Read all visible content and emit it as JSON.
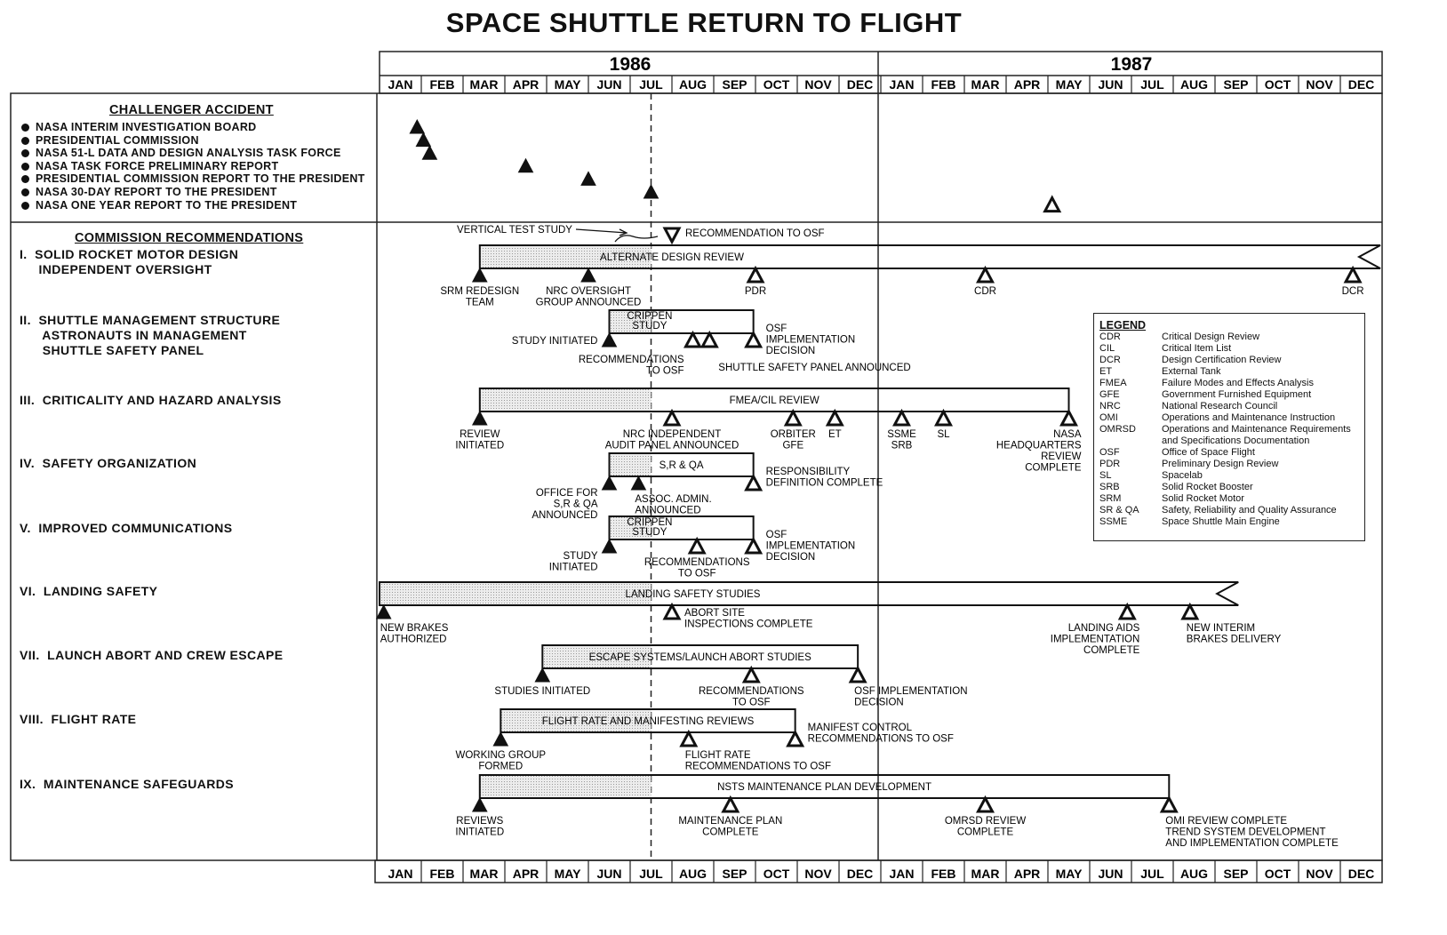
{
  "title": "SPACE SHUTTLE RETURN TO FLIGHT",
  "years": [
    "1986",
    "1987"
  ],
  "months": [
    "JAN",
    "FEB",
    "MAR",
    "APR",
    "MAY",
    "JUN",
    "JUL",
    "AUG",
    "SEP",
    "OCT",
    "NOV",
    "DEC"
  ],
  "challenger": {
    "heading": "CHALLENGER ACCIDENT",
    "items": [
      {
        "label": "NASA INTERIM INVESTIGATION BOARD",
        "month": 0.9,
        "done": true
      },
      {
        "label": "PRESIDENTIAL COMMISSION",
        "month": 1.05,
        "done": true
      },
      {
        "label": "NASA 51-L DATA AND DESIGN ANALYSIS TASK FORCE",
        "month": 1.2,
        "done": true
      },
      {
        "label": "NASA TASK FORCE PRELIMINARY REPORT",
        "month": 3.5,
        "done": true
      },
      {
        "label": "PRESIDENTIAL COMMISSION REPORT TO THE PRESIDENT",
        "month": 5.0,
        "done": true
      },
      {
        "label": "NASA 30-DAY REPORT TO THE PRESIDENT",
        "month": 6.5,
        "done": true
      },
      {
        "label": "NASA ONE YEAR REPORT TO THE PRESIDENT",
        "month": 16.1,
        "done": false
      }
    ]
  },
  "recommendations_heading": "COMMISSION RECOMMENDATIONS",
  "status_line_month": 6.5,
  "vertical_test": {
    "label": "VERTICAL TEST STUDY",
    "rec_label": "RECOMMENDATION TO OSF",
    "month": 7.0
  },
  "rows": [
    {
      "title": "I.  SOLID ROCKET MOTOR DESIGN\n     INDEPENDENT OVERSIGHT",
      "bar": {
        "label": "ALTERNATE DESIGN REVIEW",
        "start": 2.4,
        "end": 24.0,
        "continues": true
      },
      "milestones": [
        {
          "month": 2.4,
          "done": true,
          "place": "below",
          "lines": [
            "SRM REDESIGN",
            "TEAM"
          ]
        },
        {
          "month": 5.0,
          "done": true,
          "place": "below",
          "lines": [
            "NRC OVERSIGHT",
            "GROUP ANNOUNCED"
          ]
        },
        {
          "month": 9.0,
          "done": false,
          "place": "below",
          "lines": [
            "PDR"
          ]
        },
        {
          "month": 14.5,
          "done": false,
          "place": "below",
          "lines": [
            "CDR"
          ]
        },
        {
          "month": 23.3,
          "done": false,
          "place": "below",
          "lines": [
            "DCR"
          ]
        }
      ]
    },
    {
      "title": "II.  SHUTTLE MANAGEMENT STRUCTURE\n      ASTRONAUTS IN MANAGEMENT\n      SHUTTLE SAFETY PANEL",
      "bar": {
        "label": "CRIPPEN\nSTUDY",
        "start": 5.5,
        "end": 8.95,
        "continues": false
      },
      "milestones": [
        {
          "month": 5.5,
          "done": true,
          "place": "left",
          "lines": [
            "STUDY INITIATED"
          ]
        },
        {
          "month": 7.5,
          "done": false,
          "place": "below-left",
          "lines": [
            "RECOMMENDATIONS",
            "TO OSF"
          ]
        },
        {
          "month": 7.9,
          "done": false,
          "place": "below-right",
          "lines": [
            "SHUTTLE SAFETY PANEL ANNOUNCED"
          ]
        },
        {
          "month": 8.95,
          "done": false,
          "place": "right",
          "lines": [
            "OSF",
            "IMPLEMENTATION",
            "DECISION"
          ]
        }
      ]
    },
    {
      "title": "III.  CRITICALITY AND HAZARD ANALYSIS",
      "bar": {
        "label": "FMEA/CIL REVIEW",
        "start": 2.4,
        "end": 16.5,
        "continues": false
      },
      "milestones": [
        {
          "month": 2.4,
          "done": true,
          "place": "below",
          "lines": [
            "REVIEW",
            "INITIATED"
          ]
        },
        {
          "month": 7.0,
          "done": false,
          "place": "below",
          "lines": [
            "NRC INDEPENDENT",
            "AUDIT PANEL ANNOUNCED"
          ]
        },
        {
          "month": 9.9,
          "done": false,
          "place": "below",
          "lines": [
            "ORBITER",
            "GFE"
          ]
        },
        {
          "month": 10.9,
          "done": false,
          "place": "below",
          "lines": [
            "ET"
          ]
        },
        {
          "month": 12.5,
          "done": false,
          "place": "below",
          "lines": [
            "SSME",
            "SRB"
          ]
        },
        {
          "month": 13.5,
          "done": false,
          "place": "below",
          "lines": [
            "SL"
          ]
        },
        {
          "month": 16.5,
          "done": false,
          "place": "below-left",
          "lines": [
            "NASA",
            "HEADQUARTERS",
            "REVIEW",
            "COMPLETE"
          ]
        }
      ]
    },
    {
      "title": "IV.  SAFETY ORGANIZATION",
      "bar": {
        "label": "S,R & QA",
        "start": 5.5,
        "end": 8.95,
        "continues": false
      },
      "milestones": [
        {
          "month": 5.5,
          "done": true,
          "place": "left",
          "lines": [
            "OFFICE FOR",
            "S,R & QA",
            "ANNOUNCED"
          ]
        },
        {
          "month": 6.2,
          "done": true,
          "place": "below-right",
          "lines": [
            "ASSOC. ADMIN.",
            "ANNOUNCED"
          ]
        },
        {
          "month": 8.95,
          "done": false,
          "place": "right",
          "lines": [
            "RESPONSIBILITY",
            "DEFINITION COMPLETE"
          ]
        }
      ]
    },
    {
      "title": "V.  IMPROVED COMMUNICATIONS",
      "bar": {
        "label": "CRIPPEN\nSTUDY",
        "start": 5.5,
        "end": 8.95,
        "continues": false
      },
      "milestones": [
        {
          "month": 5.5,
          "done": true,
          "place": "left",
          "lines": [
            "STUDY",
            "INITIATED"
          ]
        },
        {
          "month": 7.6,
          "done": false,
          "place": "below",
          "lines": [
            "RECOMMENDATIONS",
            "TO OSF"
          ]
        },
        {
          "month": 8.95,
          "done": false,
          "place": "right",
          "lines": [
            "OSF",
            "IMPLEMENTATION",
            "DECISION"
          ]
        }
      ]
    },
    {
      "title": "VI.  LANDING SAFETY",
      "bar": {
        "label": "LANDING SAFETY STUDIES",
        "start": 0.0,
        "end": 20.6,
        "continues": true
      },
      "milestones": [
        {
          "month": 0.1,
          "done": true,
          "place": "below-right",
          "lines": [
            "NEW BRAKES",
            "AUTHORIZED"
          ]
        },
        {
          "month": 7.0,
          "done": false,
          "place": "right",
          "lines": [
            "ABORT SITE",
            "INSPECTIONS COMPLETE"
          ]
        },
        {
          "month": 17.9,
          "done": false,
          "place": "below-left",
          "lines": [
            "LANDING AIDS",
            "IMPLEMENTATION",
            "COMPLETE"
          ]
        },
        {
          "month": 19.4,
          "done": false,
          "place": "below-right",
          "lines": [
            "NEW INTERIM",
            "BRAKES DELIVERY"
          ]
        }
      ]
    },
    {
      "title": "VII.  LAUNCH ABORT AND CREW ESCAPE",
      "bar": {
        "label": "ESCAPE SYSTEMS/LAUNCH ABORT STUDIES",
        "start": 3.9,
        "end": 11.45,
        "continues": false
      },
      "milestones": [
        {
          "month": 3.9,
          "done": true,
          "place": "below",
          "lines": [
            "STUDIES INITIATED"
          ]
        },
        {
          "month": 8.9,
          "done": false,
          "place": "below",
          "lines": [
            "RECOMMENDATIONS",
            "TO OSF"
          ]
        },
        {
          "month": 11.45,
          "done": false,
          "place": "below-right",
          "lines": [
            "OSF IMPLEMENTATION",
            "DECISION"
          ]
        }
      ]
    },
    {
      "title": "VIII.  FLIGHT RATE",
      "bar": {
        "label": "FLIGHT RATE AND MANIFESTING REVIEWS",
        "start": 2.9,
        "end": 9.95,
        "continues": false
      },
      "milestones": [
        {
          "month": 2.9,
          "done": true,
          "place": "below",
          "lines": [
            "WORKING GROUP",
            "FORMED"
          ]
        },
        {
          "month": 7.4,
          "done": false,
          "place": "below-right",
          "lines": [
            "FLIGHT RATE",
            "RECOMMENDATIONS TO OSF"
          ]
        },
        {
          "month": 9.95,
          "done": false,
          "place": "right",
          "lines": [
            "MANIFEST CONTROL",
            "RECOMMENDATIONS TO OSF"
          ]
        }
      ]
    },
    {
      "title": "IX.  MAINTENANCE SAFEGUARDS",
      "bar": {
        "label": "NSTS MAINTENANCE PLAN DEVELOPMENT",
        "start": 2.4,
        "end": 18.9,
        "continues": false
      },
      "milestones": [
        {
          "month": 2.4,
          "done": true,
          "place": "below",
          "lines": [
            "REVIEWS",
            "INITIATED"
          ]
        },
        {
          "month": 8.4,
          "done": false,
          "place": "below",
          "lines": [
            "MAINTENANCE PLAN",
            "COMPLETE"
          ]
        },
        {
          "month": 14.5,
          "done": false,
          "place": "below",
          "lines": [
            "OMRSD REVIEW",
            "COMPLETE"
          ]
        },
        {
          "month": 18.9,
          "done": false,
          "place": "below-right",
          "lines": [
            "OMI REVIEW COMPLETE",
            "TREND SYSTEM DEVELOPMENT",
            "AND IMPLEMENTATION COMPLETE"
          ]
        }
      ]
    }
  ],
  "legend": {
    "heading": "LEGEND",
    "entries": [
      {
        "k": "CDR",
        "v": "Critical Design Review"
      },
      {
        "k": "CIL",
        "v": "Critical Item List"
      },
      {
        "k": "DCR",
        "v": "Design Certification Review"
      },
      {
        "k": "ET",
        "v": "External Tank"
      },
      {
        "k": "FMEA",
        "v": "Failure Modes and Effects Analysis"
      },
      {
        "k": "GFE",
        "v": "Government Furnished Equipment"
      },
      {
        "k": "NRC",
        "v": "National Research Council"
      },
      {
        "k": "OMI",
        "v": "Operations and Maintenance Instruction"
      },
      {
        "k": "OMRSD",
        "v": "Operations and Maintenance Requirements"
      },
      {
        "k": "",
        "v": "and Specifications Documentation"
      },
      {
        "k": "OSF",
        "v": "Office of Space Flight"
      },
      {
        "k": "PDR",
        "v": "Preliminary Design Review"
      },
      {
        "k": "SL",
        "v": "Spacelab"
      },
      {
        "k": "SRB",
        "v": "Solid Rocket Booster"
      },
      {
        "k": "SRM",
        "v": "Solid Rocket Motor"
      },
      {
        "k": "SR & QA",
        "v": "Safety, Reliability and Quality Assurance"
      },
      {
        "k": "SSME",
        "v": "Space Shuttle Main Engine"
      }
    ]
  }
}
